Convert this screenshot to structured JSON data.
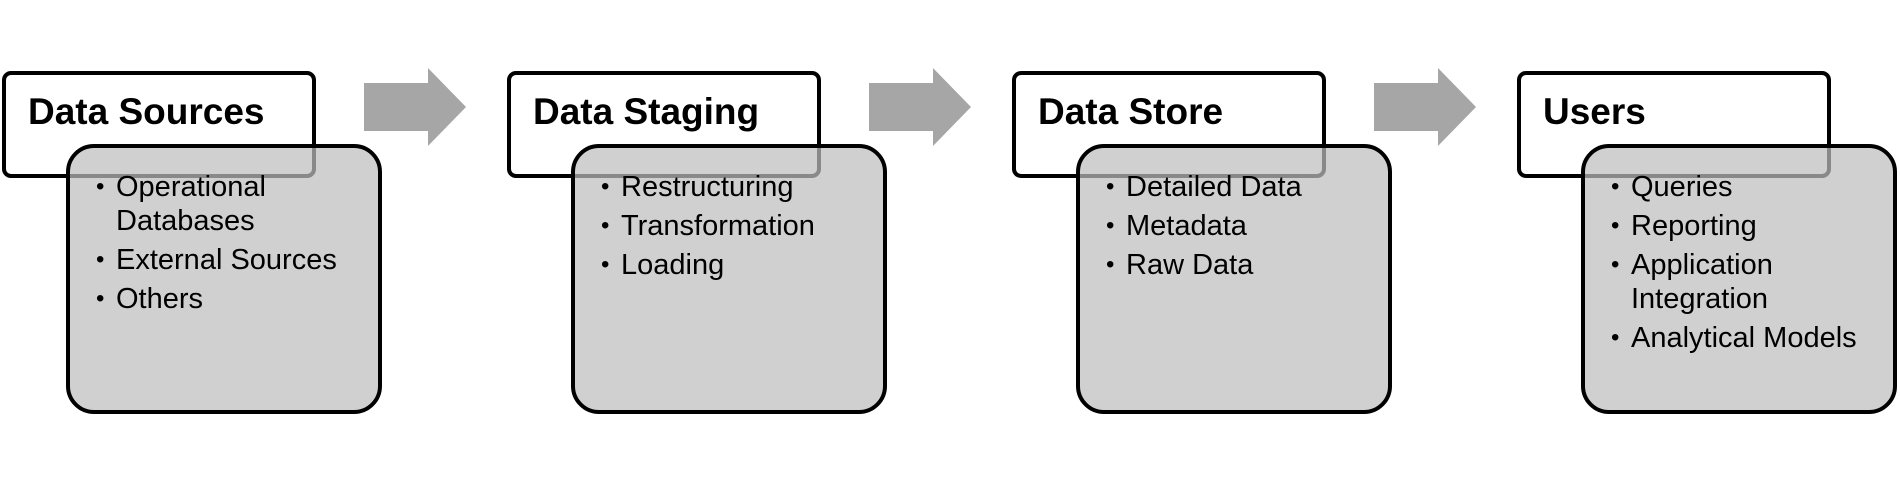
{
  "stages": [
    {
      "title": "Data Sources",
      "items": [
        "Operational Databases",
        "External Sources",
        "Others"
      ]
    },
    {
      "title": "Data Staging",
      "items": [
        "Restructuring",
        "Transformation",
        "Loading"
      ]
    },
    {
      "title": "Data Store",
      "items": [
        "Detailed Data",
        "Metadata",
        "Raw Data"
      ]
    },
    {
      "title": "Users",
      "items": [
        "Queries",
        "Reporting",
        "Application Integration",
        "Analytical Models"
      ]
    }
  ],
  "bullet_glyph": "•",
  "colors": {
    "border": "#000000",
    "detail_fill": "#d0d0d0",
    "arrow_fill": "#a6a6a6",
    "title_fill": "#ffffff"
  },
  "icons": {
    "flow_arrow": "right-arrow-icon"
  }
}
